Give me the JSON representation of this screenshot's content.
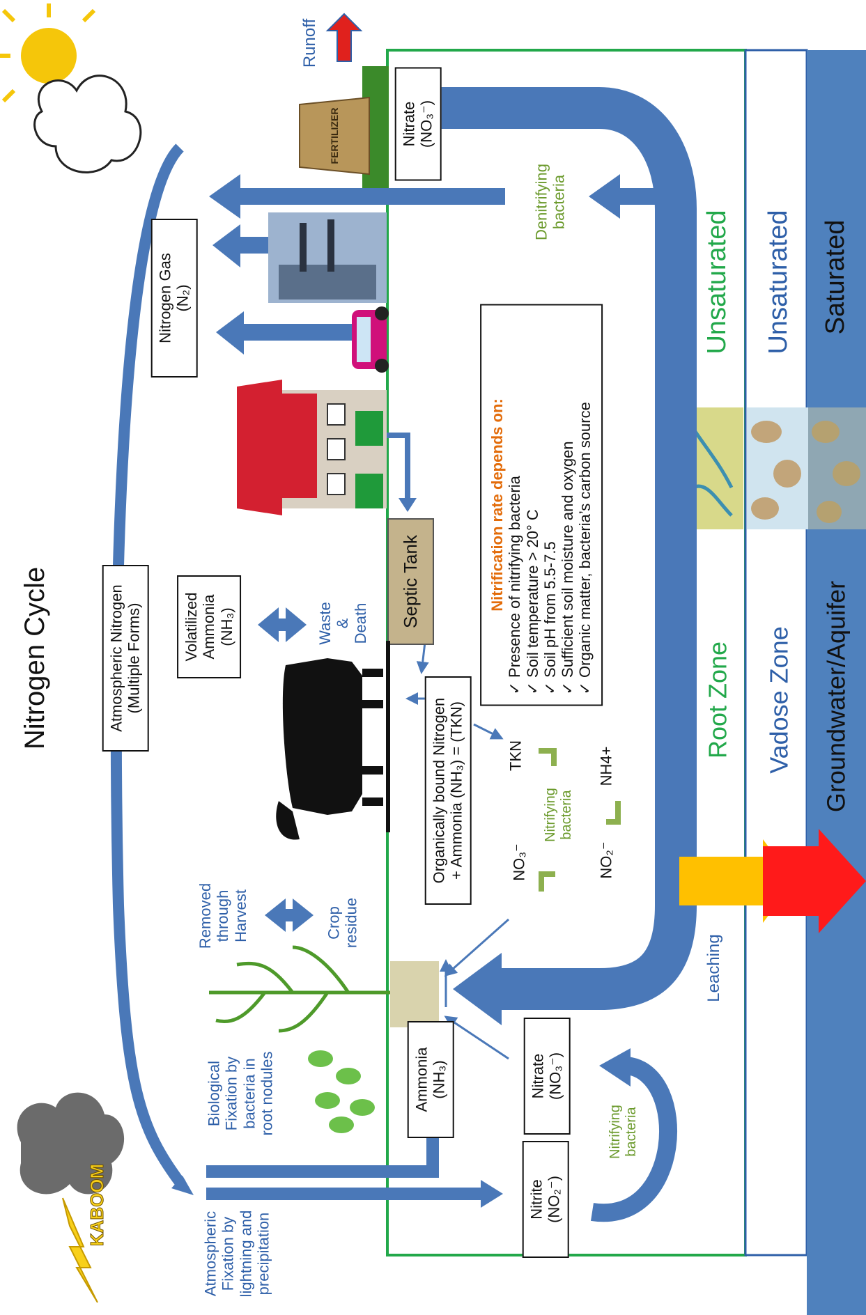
{
  "title": "Nitrogen Cycle",
  "atmospheric_box": "Atmospheric Nitrogen\n(Multiple Forms)",
  "volatilized_box": "Volatilized\nAmmonia\n(NH₃)",
  "nitrogen_gas_box": "Nitrogen Gas\n(N₂)",
  "runoff": "Runoff",
  "nitrate_top_box": "Nitrate\n(NO₃⁻)",
  "denitrifying": "Denitrifying\nbacteria",
  "waste_death": "Waste\n&\nDeath",
  "septic_tank": "Septic Tank",
  "organic_box": "Organically bound Nitrogen\n+ Ammonia (NH₃) = (TKN)",
  "removed_harvest": "Removed\nthrough\nHarvest",
  "crop_residue": "Crop\nresidue",
  "biological_fixation": "Biological\nFixation by\nbacteria in\nroot nodules",
  "atmospheric_fixation": "Atmospheric\nFixation by\nlightning and\nprecipitation",
  "kaboom": "KABOOM",
  "fertilizer": "FERTILIZER",
  "ammonia_box": "Ammonia\n(NH₃)",
  "nitrate_bottom_box": "Nitrate\n(NO₃⁻)",
  "nitrite_box": "Nitrite\n(NO₂⁻)",
  "nitrifying_bottom": "Nitrifying\nbacteria",
  "cycle": {
    "tkn": "TKN",
    "nh4": "NH4+",
    "no2": "NO₂⁻",
    "no3": "NO₃⁻",
    "nitrifying": "Nitrifying\nbacteria"
  },
  "nitrification": {
    "heading": "Nitrification rate depends on:",
    "items": [
      "Presence of nitrifying bacteria",
      "Soil temperature > 20° C",
      "Soil pH from 5.5-7.5",
      "Sufficient soil moisture and oxygen",
      "Organic matter, bacteria’s carbon source"
    ]
  },
  "leaching": "Leaching",
  "zones": {
    "root_zone": "Root Zone",
    "vadose_zone": "Vadose Zone",
    "groundwater": "Groundwater/Aquifer",
    "unsat1": "Unsaturated",
    "unsat2": "Unsaturated",
    "saturated": "Saturated"
  },
  "colors": {
    "arrow_blue": "#4a78b8",
    "zone_green": "#22a84a",
    "aquifer_blue": "#4f81bd",
    "leach_yellow": "#ffc000",
    "leach_red": "#ff1a1a",
    "house_red": "#d32030",
    "septic": "#c4b38c"
  }
}
